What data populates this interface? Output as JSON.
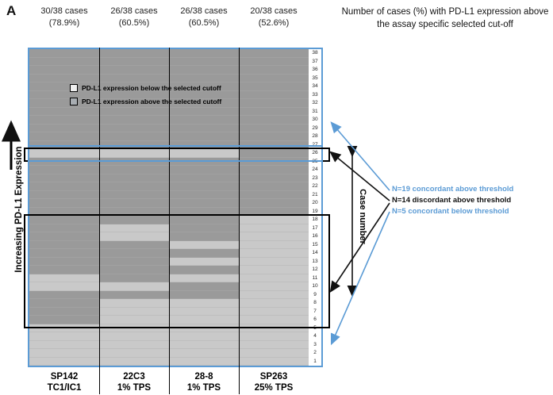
{
  "panel_label": "A",
  "title_right": "Number of cases (%) with PD-L1 expression above the assay specific selected cut-off",
  "y_axis_label": "Increasing PD-L1 Expression",
  "case_axis_label": "Case number",
  "legend": {
    "below": "PD-L1 expression below the selected cutoff",
    "above": "PD-L1 expression above the selected cutoff"
  },
  "annotations": [
    {
      "text": "N=19 concordant above threshold",
      "color": "#5b9bd5"
    },
    {
      "text": "N=14 discordant above threshold",
      "color": "#111111"
    },
    {
      "text": "N=5 concordant below threshold",
      "color": "#5b9bd5"
    }
  ],
  "colors": {
    "above": "#9a9a9a",
    "below": "#c9c9c9",
    "border_blue": "#5b9bd5",
    "annotation_blue": "#5b9bd5"
  },
  "chart_data": {
    "type": "heatmap",
    "title": "Number of cases (%) with PD-L1 expression above the assay specific selected cut-off",
    "ylabel": "Increasing PD-L1 Expression",
    "case_axis": "Case number",
    "n_cases": 38,
    "encoding": {
      "1": "PD-L1 expression above the selected cutoff",
      "0": "PD-L1 expression below the selected cutoff"
    },
    "summary": {
      "concordant_above_threshold": 19,
      "discordant_above_threshold": 14,
      "concordant_below_threshold": 5
    },
    "columns": [
      {
        "assay": "SP142",
        "cutoff": "TC1/IC1",
        "cases_label": "30/38 cases",
        "pct_label": "(78.9%)"
      },
      {
        "assay": "22C3",
        "cutoff": "1% TPS",
        "cases_label": "26/38 cases",
        "pct_label": "(60.5%)"
      },
      {
        "assay": "28-8",
        "cutoff": "1% TPS",
        "cases_label": "26/38 cases",
        "pct_label": "(60.5%)"
      },
      {
        "assay": "SP263",
        "cutoff": "25% TPS",
        "cases_label": "20/38 cases",
        "pct_label": "(52.6%)"
      }
    ],
    "rows": [
      {
        "case": 38,
        "values": [
          1,
          1,
          1,
          1
        ]
      },
      {
        "case": 37,
        "values": [
          1,
          1,
          1,
          1
        ]
      },
      {
        "case": 36,
        "values": [
          1,
          1,
          1,
          1
        ]
      },
      {
        "case": 35,
        "values": [
          1,
          1,
          1,
          1
        ]
      },
      {
        "case": 34,
        "values": [
          1,
          1,
          1,
          1
        ]
      },
      {
        "case": 33,
        "values": [
          1,
          1,
          1,
          1
        ]
      },
      {
        "case": 32,
        "values": [
          1,
          1,
          1,
          1
        ]
      },
      {
        "case": 31,
        "values": [
          1,
          1,
          1,
          1
        ]
      },
      {
        "case": 30,
        "values": [
          1,
          1,
          1,
          1
        ]
      },
      {
        "case": 29,
        "values": [
          1,
          1,
          1,
          1
        ]
      },
      {
        "case": 28,
        "values": [
          1,
          1,
          1,
          1
        ]
      },
      {
        "case": 27,
        "values": [
          1,
          1,
          1,
          1
        ]
      },
      {
        "case": 26,
        "values": [
          0,
          0,
          0,
          1
        ]
      },
      {
        "case": 25,
        "values": [
          1,
          1,
          1,
          1
        ]
      },
      {
        "case": 24,
        "values": [
          1,
          1,
          1,
          1
        ]
      },
      {
        "case": 23,
        "values": [
          1,
          1,
          1,
          1
        ]
      },
      {
        "case": 22,
        "values": [
          1,
          1,
          1,
          1
        ]
      },
      {
        "case": 21,
        "values": [
          1,
          1,
          1,
          1
        ]
      },
      {
        "case": 20,
        "values": [
          1,
          1,
          1,
          1
        ]
      },
      {
        "case": 19,
        "values": [
          1,
          1,
          1,
          1
        ]
      },
      {
        "case": 18,
        "values": [
          1,
          1,
          1,
          0
        ]
      },
      {
        "case": 17,
        "values": [
          1,
          0,
          1,
          0
        ]
      },
      {
        "case": 16,
        "values": [
          1,
          0,
          1,
          0
        ]
      },
      {
        "case": 15,
        "values": [
          1,
          1,
          0,
          0
        ]
      },
      {
        "case": 14,
        "values": [
          1,
          1,
          1,
          0
        ]
      },
      {
        "case": 13,
        "values": [
          1,
          1,
          0,
          0
        ]
      },
      {
        "case": 12,
        "values": [
          1,
          1,
          1,
          0
        ]
      },
      {
        "case": 11,
        "values": [
          0,
          1,
          0,
          0
        ]
      },
      {
        "case": 10,
        "values": [
          0,
          0,
          1,
          0
        ]
      },
      {
        "case": 9,
        "values": [
          1,
          1,
          1,
          0
        ]
      },
      {
        "case": 8,
        "values": [
          1,
          0,
          0,
          0
        ]
      },
      {
        "case": 7,
        "values": [
          1,
          0,
          0,
          0
        ]
      },
      {
        "case": 6,
        "values": [
          1,
          0,
          0,
          0
        ]
      },
      {
        "case": 5,
        "values": [
          0,
          0,
          0,
          0
        ]
      },
      {
        "case": 4,
        "values": [
          0,
          0,
          0,
          0
        ]
      },
      {
        "case": 3,
        "values": [
          0,
          0,
          0,
          0
        ]
      },
      {
        "case": 2,
        "values": [
          0,
          0,
          0,
          0
        ]
      },
      {
        "case": 1,
        "values": [
          0,
          0,
          0,
          0
        ]
      }
    ]
  }
}
